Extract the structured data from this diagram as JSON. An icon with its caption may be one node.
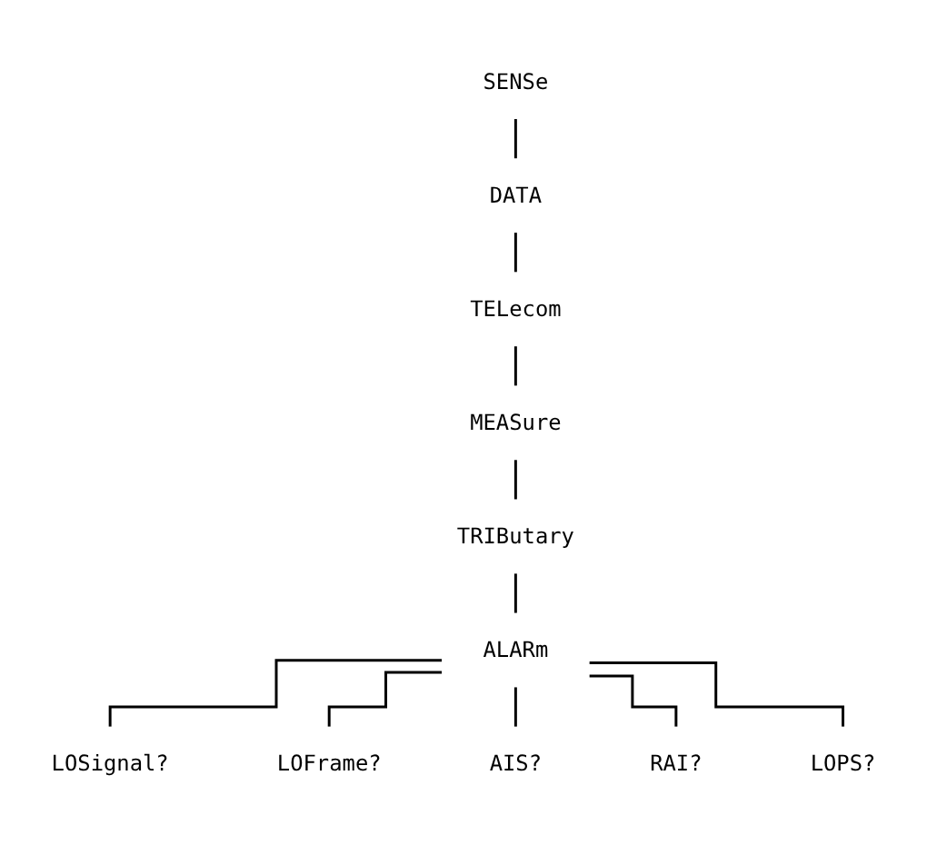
{
  "diagram": {
    "nodes": [
      {
        "text": [
          "SENSe"
        ]
      },
      {
        "text": [
          "DATA"
        ]
      },
      {
        "text": [
          "TELecom"
        ]
      },
      {
        "text": [
          "MEASure"
        ]
      },
      {
        "text": [
          "TRIButary"
        ]
      },
      {
        "text": [
          "ALARm"
        ]
      },
      {
        "text": [
          "LOSignal?"
        ]
      },
      {
        "text": [
          "LOFrame?"
        ]
      },
      {
        "text": [
          "AIS?"
        ]
      },
      {
        "text": [
          "RAI?"
        ]
      },
      {
        "text": [
          "LOPS?"
        ]
      }
    ],
    "edges": [
      {
        "from": 0,
        "to": 1,
        "arrow": "none"
      },
      {
        "from": 1,
        "to": 2,
        "arrow": "none"
      },
      {
        "from": 2,
        "to": 3,
        "arrow": "none"
      },
      {
        "from": 3,
        "to": 4,
        "arrow": "none"
      },
      {
        "from": 4,
        "to": 5,
        "arrow": "none"
      },
      {
        "from": 5,
        "to": 6,
        "arrow": "none"
      },
      {
        "from": 5,
        "to": 7,
        "arrow": "none"
      },
      {
        "from": 5,
        "to": 8,
        "arrow": "none"
      },
      {
        "from": 5,
        "to": 9,
        "arrow": "none"
      },
      {
        "from": 5,
        "to": 10,
        "arrow": "none"
      }
    ]
  }
}
